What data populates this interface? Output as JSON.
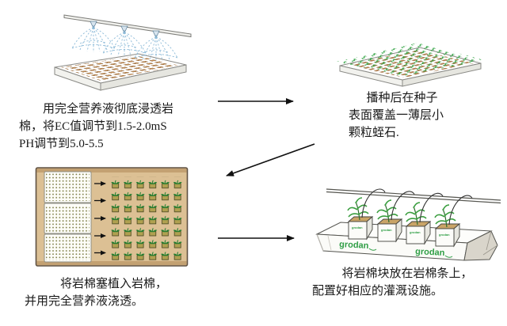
{
  "steps": [
    {
      "caption": [
        "用完全营养液彻底浸透岩",
        "棉，将EC值调节到1.5-2.0mS",
        "PH调节到5.0-5.5"
      ]
    },
    {
      "caption": [
        "播种后在种子",
        "表面覆盖一薄层小",
        "颗粒蛭石."
      ]
    },
    {
      "caption": [
        "将岩棉塞植入岩棉，",
        "并用完全营养液浇透。"
      ]
    },
    {
      "caption": [
        "将岩棉块放在岩棉条上，",
        "配置好相应的灌溉设施。"
      ]
    }
  ],
  "brand": {
    "grodan": "grodan"
  },
  "colors": {
    "grodan_green": "#2f9e45",
    "spray_blue": "#8fbcd9",
    "plug_brown": "#c08a52",
    "tray_tan": "#dcc094",
    "leaf_green": "#1e7d2e",
    "arrow_black": "#111111"
  }
}
